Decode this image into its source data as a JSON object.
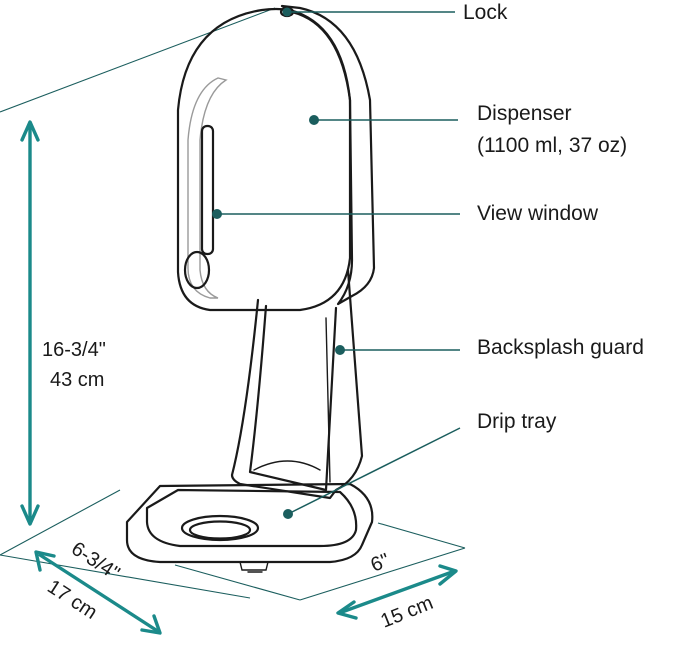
{
  "labels": {
    "lock": "Lock",
    "dispenser_line1": "Dispenser",
    "dispenser_line2": "(1100 ml, 37 oz)",
    "view_window": "View window",
    "backsplash": "Backsplash guard",
    "drip_tray": "Drip tray"
  },
  "dimensions": {
    "height_in": "16-3/4\"",
    "height_cm": "43 cm",
    "depth_in": "6-3/4\"",
    "depth_cm": "17 cm",
    "width_in": "6\"",
    "width_cm": "15 cm"
  },
  "colors": {
    "accent": "#1b8a8a",
    "leader": "#1b5e5e",
    "outline": "#1a1a1a"
  }
}
